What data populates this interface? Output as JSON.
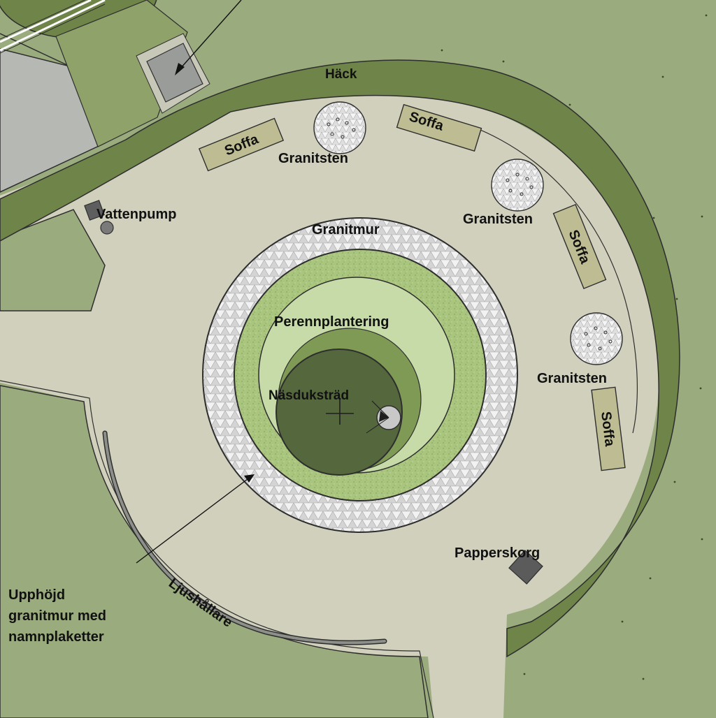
{
  "labels": {
    "hedge": "Häck",
    "granite_stone": "Granitsten",
    "sofa": "Soffa",
    "water_pump": "Vattenpump",
    "granite_wall": "Granitmur",
    "perennial_planting": "Perennplantering",
    "handkerchief_tree": "Näsduksträd",
    "waste_basket": "Papperskorg",
    "candle_holder": "Ljushållare",
    "raised_wall_line1": "Upphöjd",
    "raised_wall_line2": "granitmur med",
    "raised_wall_line3": "namnplaketter"
  },
  "colors": {
    "grass": "#9aab7e",
    "hedge": "#6e8449",
    "plaza": "#d1d0bd",
    "sofa": "#bdbc92",
    "tree_dark": "#55683d",
    "tree_mid": "#7f9a55",
    "planting_light": "#c6dba8",
    "planting_textured": "#a9c57e",
    "granite_ring": "#e2e2e2",
    "building": "#b6b8b4",
    "outline": "#2e2e2e"
  }
}
